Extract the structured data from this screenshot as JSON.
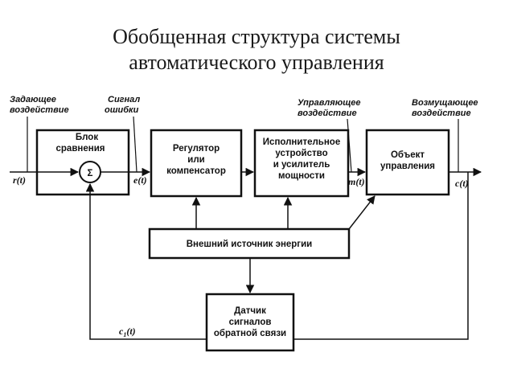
{
  "title": {
    "line1": "Обобщенная структура системы",
    "line2": "автоматического управления"
  },
  "labels": {
    "reference_l1": "Задающее",
    "reference_l2": "воздействие",
    "error_l1": "Сигнал",
    "error_l2": "ошибки",
    "control_l1": "Управляющее",
    "control_l2": "воздействие",
    "disturbance_l1": "Возмущающее",
    "disturbance_l2": "воздействие"
  },
  "signals": {
    "r": "r(t)",
    "e": "e(t)",
    "m": "m(t)",
    "c": "c(t)",
    "c1": "c",
    "c1_sub": "1",
    "c1_arg": "(t)",
    "sigma": "Σ"
  },
  "blocks": {
    "comparator_l1": "Блок",
    "comparator_l2": "сравнения",
    "regulator_l1": "Регулятор",
    "regulator_l2": "или",
    "regulator_l3": "компенсатор",
    "actuator_l1": "Исполнительное",
    "actuator_l2": "устройство",
    "actuator_l3": "и усилитель",
    "actuator_l4": "мощности",
    "plant_l1": "Объект",
    "plant_l2": "управления",
    "energy": "Внешний источник энергии",
    "sensor_l1": "Датчик",
    "sensor_l2": "сигналов",
    "sensor_l3": "обратной связи"
  }
}
